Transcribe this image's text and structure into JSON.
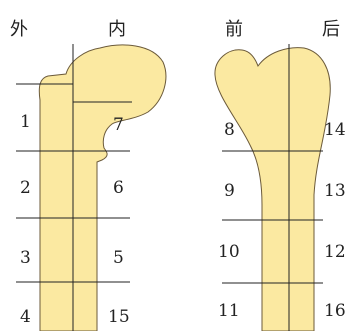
{
  "left_view": {
    "header_left": "外",
    "header_right": "内",
    "zones": [
      "1",
      "2",
      "3",
      "4",
      "7",
      "6",
      "5",
      "15"
    ]
  },
  "right_view": {
    "header_left": "前",
    "header_right": "后",
    "zones": [
      "8",
      "9",
      "10",
      "11",
      "14",
      "13",
      "12",
      "16"
    ]
  },
  "colors": {
    "bone_fill": "#fbe9a1",
    "bone_outline": "#6b5a3a",
    "line": "#222222"
  }
}
